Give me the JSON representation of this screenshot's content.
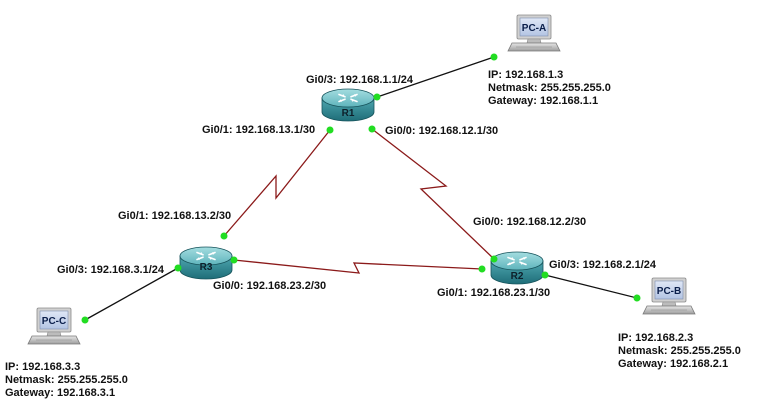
{
  "colors": {
    "serial_link": "#8b1a1a",
    "ethernet_link": "#111111",
    "port_dot": "#22dd22",
    "router_body": "#2e8a96",
    "router_top": "#7cc6cc",
    "pc_screen": "#c7d4ec"
  },
  "routers": {
    "r1": {
      "name": "R1",
      "icon": "router-icon"
    },
    "r2": {
      "name": "R2",
      "icon": "router-icon"
    },
    "r3": {
      "name": "R3",
      "icon": "router-icon"
    }
  },
  "pcs": {
    "pca": {
      "name": "PC-A",
      "icon": "computer-icon",
      "ip": "IP: 192.168.1.3",
      "netmask": "Netmask: 255.255.255.0",
      "gateway": "Gateway: 192.168.1.1"
    },
    "pcb": {
      "name": "PC-B",
      "icon": "computer-icon",
      "ip": "IP: 192.168.2.3",
      "netmask": "Netmask: 255.255.255.0",
      "gateway": "Gateway: 192.168.2.1"
    },
    "pcc": {
      "name": "PC-C",
      "icon": "computer-icon",
      "ip": "IP: 192.168.3.3",
      "netmask": "Netmask: 255.255.255.0",
      "gateway": "Gateway: 192.168.3.1"
    }
  },
  "interfaces": {
    "r1_gi03": "Gi0/3: 192.168.1.1/24",
    "r1_gi01": "Gi0/1: 192.168.13.1/30",
    "r1_gi00": "Gi0/0: 192.168.12.1/30",
    "r2_gi00": "Gi0/0: 192.168.12.2/30",
    "r2_gi03": "Gi0/3: 192.168.2.1/24",
    "r2_gi01": "Gi0/1: 192.168.23.1/30",
    "r3_gi01": "Gi0/1: 192.168.13.2/30",
    "r3_gi03": "Gi0/3: 192.168.3.1/24",
    "r3_gi00": "Gi0/0: 192.168.23.2/30"
  }
}
